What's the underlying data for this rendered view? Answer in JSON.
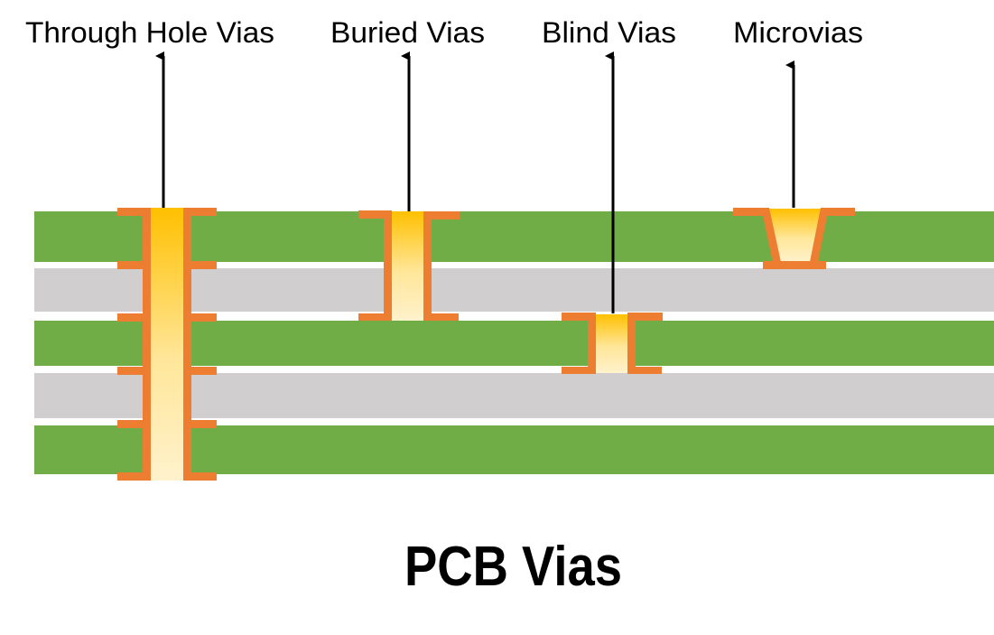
{
  "labels": {
    "through_hole": "Through Hole Vias",
    "buried": "Buried Vias",
    "blind": "Blind Vias",
    "microvias": "Microvias"
  },
  "title": "PCB Vias",
  "colors": {
    "copper_layer": "#70AD47",
    "dielectric": "#D0CECE",
    "plating": "#ED7D31",
    "fill_top": "#FFC000",
    "fill_bottom": "#FFF2CC",
    "arrow": "#000000"
  }
}
